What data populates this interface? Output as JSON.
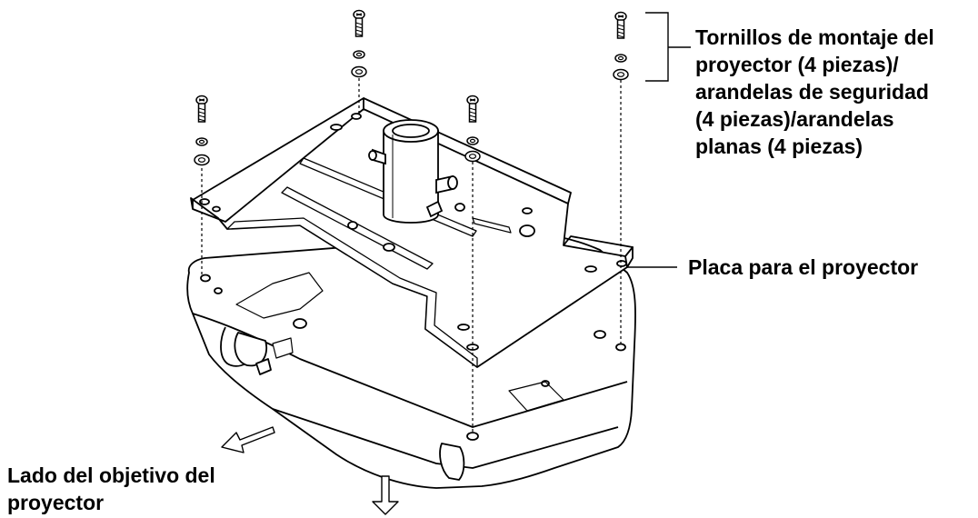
{
  "labels": {
    "screws": {
      "lines": [
        "Tornillos de montaje del",
        "proyector (4 piezas)/",
        "arandelas de seguridad",
        "(4 piezas)/arandelas",
        "planas (4 piezas)"
      ]
    },
    "plate": "Placa para el proyector",
    "lens": {
      "lines": [
        "Lado del objetivo del",
        "proyector"
      ]
    }
  },
  "icons": {
    "screw": "screw-icon",
    "lock_washer": "lock-washer-icon",
    "flat_washer": "flat-washer-icon",
    "arrow": "direction-arrow-icon"
  },
  "colors": {
    "line": "#000000",
    "background": "#ffffff"
  }
}
